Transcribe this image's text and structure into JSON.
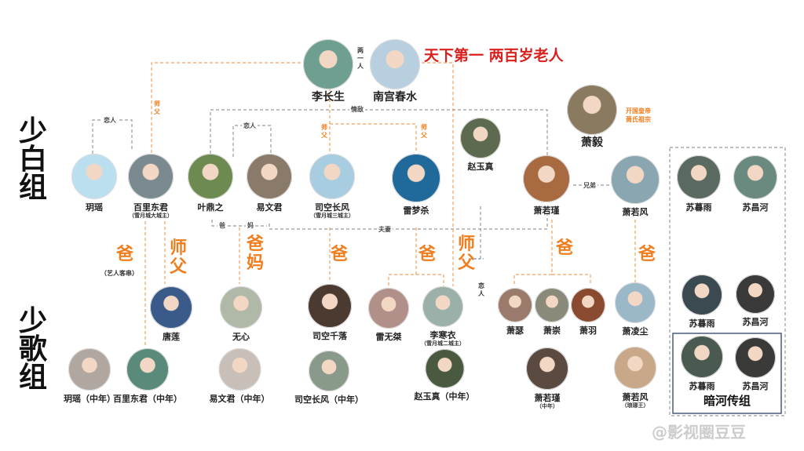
{
  "title": "天下第一 两百岁老人",
  "same_person_label": "两一人",
  "founder_note": [
    "开国皇帝",
    "萧氏祖宗"
  ],
  "groups": {
    "shaobai": "少白组",
    "shaoge": "少歌组",
    "anhe": "暗河传组"
  },
  "relations": {
    "lovers": "恋人",
    "rivals": "情敌",
    "spouses": "夫妻",
    "brothers": "兄弟",
    "master": "师父",
    "dad": "爸",
    "mom": "妈",
    "parents": "爸妈",
    "cameo": "（艺人客串）"
  },
  "nodes": [
    {
      "id": "li-changsheng",
      "name": "李长生"
    },
    {
      "id": "nangong-chunshui",
      "name": "南宫春水"
    },
    {
      "id": "xiao-yi",
      "name": "萧毅"
    },
    {
      "id": "zhao-yuzhen",
      "name": "赵玉真"
    },
    {
      "id": "yue-yao",
      "name": "玥瑶"
    },
    {
      "id": "baili-dongjun",
      "name": "百里东君",
      "sub": "（雪月城大城主）"
    },
    {
      "id": "ye-dingzhi",
      "name": "叶鼎之"
    },
    {
      "id": "yi-wenjun",
      "name": "易文君"
    },
    {
      "id": "sikong-changfeng",
      "name": "司空长风",
      "sub": "（雪月城三城主）"
    },
    {
      "id": "lei-mengsha",
      "name": "雷梦杀"
    },
    {
      "id": "xiao-ruojin",
      "name": "萧若瑾"
    },
    {
      "id": "xiao-ruofeng",
      "name": "萧若风"
    },
    {
      "id": "su-muyu-1",
      "name": "苏暮雨"
    },
    {
      "id": "su-changhe-1",
      "name": "苏昌河"
    },
    {
      "id": "tang-lian",
      "name": "唐莲"
    },
    {
      "id": "wu-xin",
      "name": "无心"
    },
    {
      "id": "sikong-qianluo",
      "name": "司空千落"
    },
    {
      "id": "lei-wujie",
      "name": "雷无桀"
    },
    {
      "id": "li-hanyi",
      "name": "李寒衣",
      "sub": "（雪月城二城主）"
    },
    {
      "id": "xiao-se",
      "name": "萧瑟"
    },
    {
      "id": "xiao-chong",
      "name": "萧崇"
    },
    {
      "id": "xiao-yu",
      "name": "萧羽"
    },
    {
      "id": "xiao-lingchen",
      "name": "萧凌尘"
    },
    {
      "id": "su-muyu-2",
      "name": "苏暮雨"
    },
    {
      "id": "su-changhe-2",
      "name": "苏昌河"
    },
    {
      "id": "yue-yao-mid",
      "name": "玥瑶（中年）"
    },
    {
      "id": "baili-dongjun-mid",
      "name": "百里东君（中年）"
    },
    {
      "id": "yi-wenjun-mid",
      "name": "易文君（中年）"
    },
    {
      "id": "sikong-changfeng-mid",
      "name": "司空长风（中年）"
    },
    {
      "id": "zhao-yuzhen-mid",
      "name": "赵玉真（中年）"
    },
    {
      "id": "xiao-ruojin-mid",
      "name": "萧若瑾",
      "sub": "（中年）"
    },
    {
      "id": "xiao-ruofeng-wang",
      "name": "萧若风",
      "sub": "（琅琊王）"
    },
    {
      "id": "su-muyu-3",
      "name": "苏暮雨"
    },
    {
      "id": "su-changhe-3",
      "name": "苏昌河"
    }
  ],
  "watermark": "@影视圈豆豆"
}
